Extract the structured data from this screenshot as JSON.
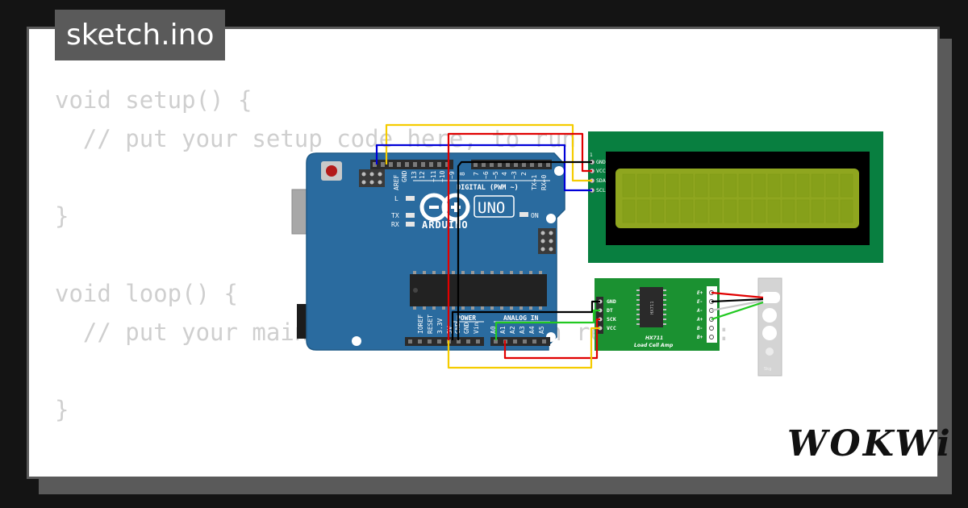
{
  "window": {
    "filename": "sketch.ino"
  },
  "code_lines": [
    "void setup() {",
    "  // put your setup code here, to run once:",
    "",
    "}",
    "",
    "void loop() {",
    "  // put your main code here, to run repeatedly:",
    "",
    "}"
  ],
  "arduino": {
    "logo_text": "ARDUINO",
    "model": "UNO",
    "digital_label": "DIGITAL (PWM ~)",
    "aref": "AREF",
    "gnd": "GND",
    "digital_pins": [
      "13",
      "12",
      "~11",
      "~10",
      "~9",
      "8",
      "7",
      "~6",
      "~5",
      "4",
      "~3",
      "2",
      "TX→1",
      "RX←0"
    ],
    "led_l": "L",
    "led_tx": "TX",
    "led_rx": "RX",
    "led_on": "ON",
    "power_label": "POWER",
    "analog_label": "ANALOG IN",
    "power_pins": [
      "IOREF",
      "RESET",
      "3.3V",
      "5V",
      "GND",
      "GND",
      "Vin"
    ],
    "analog_pins": [
      "A0",
      "A1",
      "A2",
      "A3",
      "A4",
      "A5"
    ]
  },
  "lcd": {
    "pins": [
      "GND",
      "VCC",
      "SDA",
      "SCL"
    ],
    "pin_number": "1",
    "backlight_color": "#8fa61f",
    "pcb_color": "#087f40"
  },
  "hx711": {
    "chip_label": "HX711",
    "board_label": "HX711",
    "subtitle": "Load Cell Amp",
    "left_pins": [
      "GND",
      "DT",
      "SCK",
      "VCC"
    ],
    "right_pins": [
      "E+",
      "E-",
      "A-",
      "A+",
      "B-",
      "B+"
    ],
    "pcb_color": "#1b9131"
  },
  "load_cell": {
    "label": "5kg"
  },
  "wire_colors": {
    "yellow": "#f5cc00",
    "blue": "#0000d8",
    "red": "#e00000",
    "black": "#000000",
    "green": "#22c922",
    "white": "#ffffff"
  },
  "brand": {
    "logo": "WOKWi"
  }
}
